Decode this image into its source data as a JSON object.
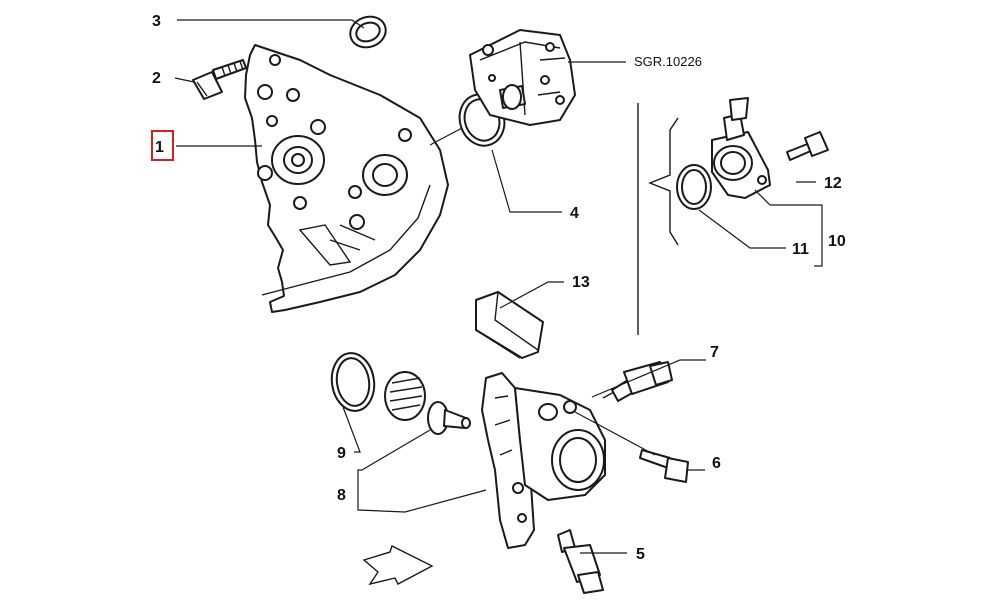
{
  "diagram": {
    "reference_code": "SGR.10226",
    "highlight_color": "#d42020",
    "labels": [
      {
        "id": "1",
        "text": "1"
      },
      {
        "id": "2",
        "text": "2"
      },
      {
        "id": "3",
        "text": "3"
      },
      {
        "id": "4",
        "text": "4"
      },
      {
        "id": "5",
        "text": "5"
      },
      {
        "id": "6",
        "text": "6"
      },
      {
        "id": "7",
        "text": "7"
      },
      {
        "id": "8",
        "text": "8"
      },
      {
        "id": "9",
        "text": "9"
      },
      {
        "id": "10",
        "text": "10"
      },
      {
        "id": "11",
        "text": "11"
      },
      {
        "id": "12",
        "text": "12"
      },
      {
        "id": "13",
        "text": "13"
      }
    ]
  }
}
